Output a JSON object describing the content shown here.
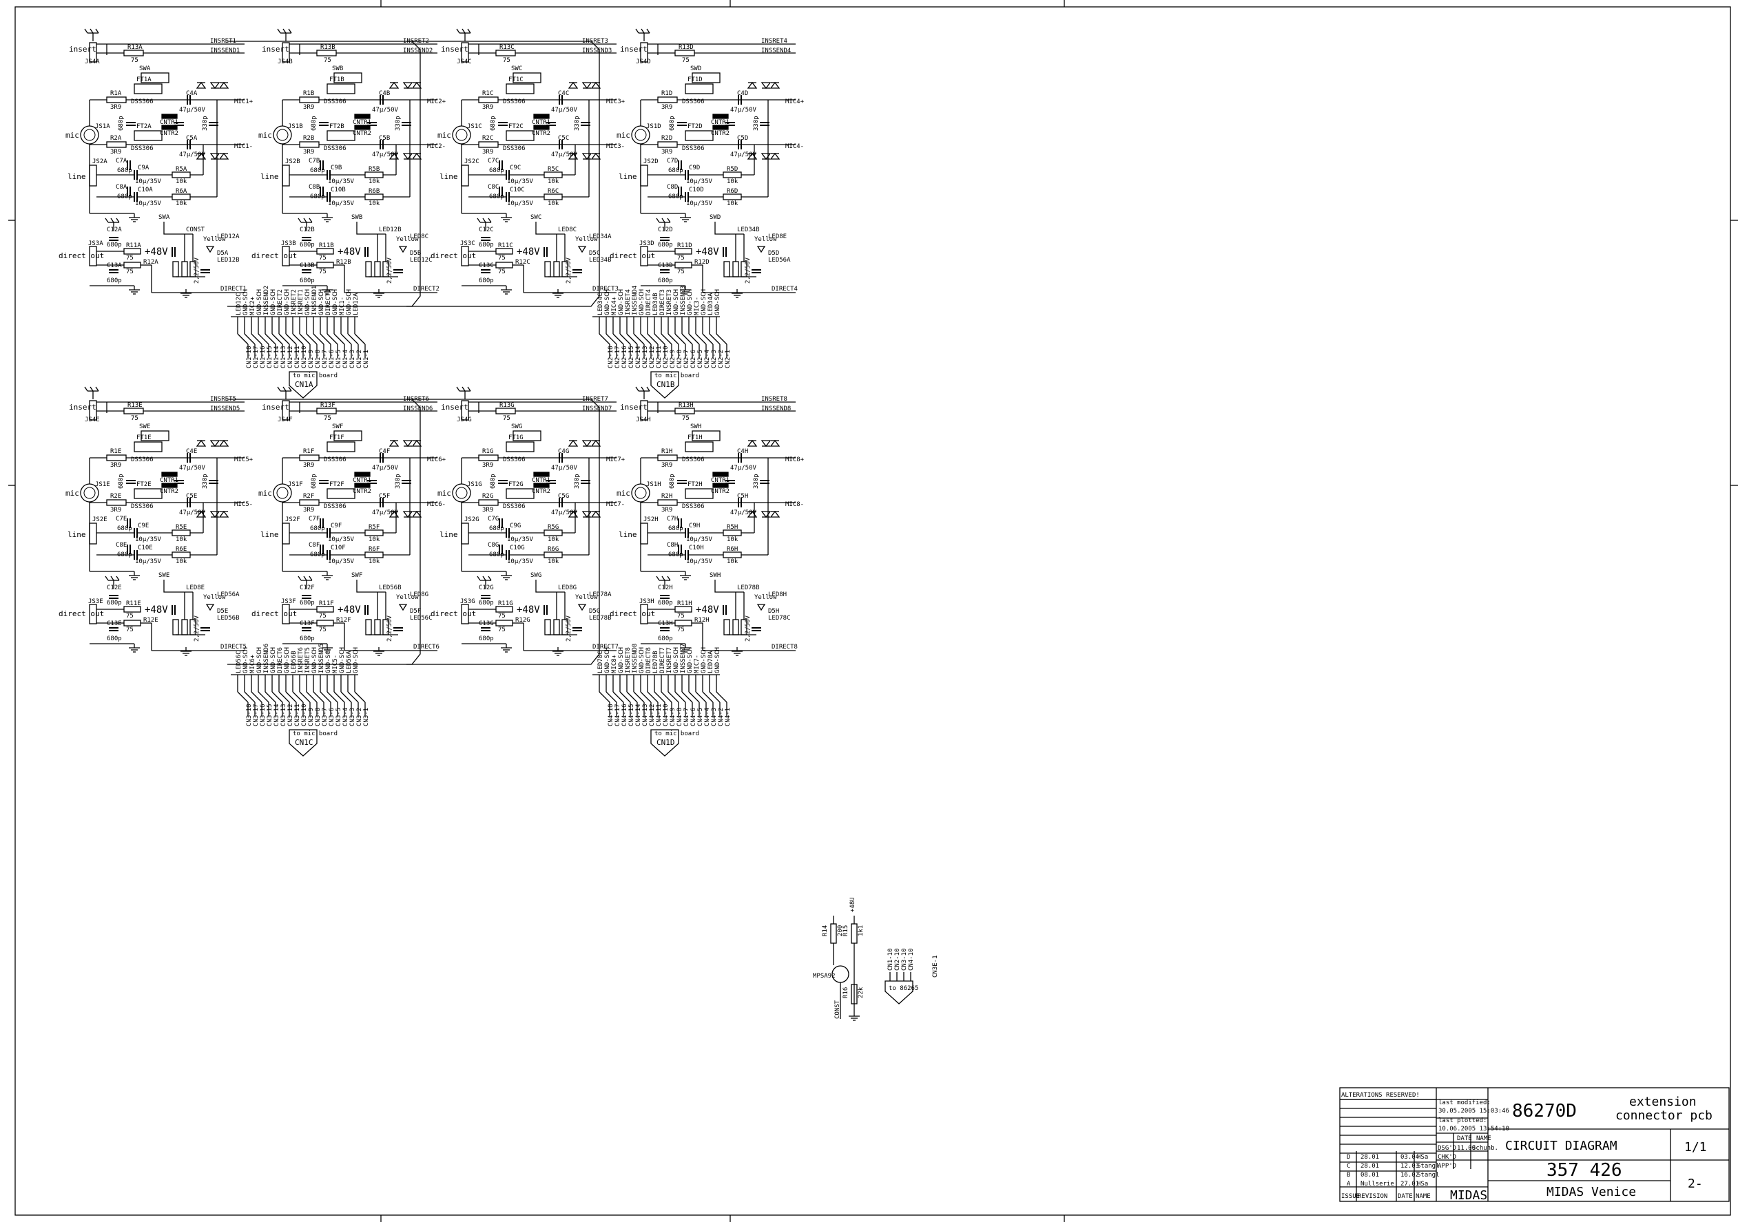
{
  "channels": [
    {
      "id": "A",
      "insert": "insert",
      "jack_insert": "JS4A",
      "mic": "mic",
      "jack_mic": "JS1A",
      "line": "line",
      "jack_line": "JS2A",
      "direct": "direct out",
      "jack_direct": "JS3A",
      "switch": "SWA",
      "fet1": "FT1A",
      "fet2": "FT2A",
      "fet_type": "DSS306",
      "r_ins": "R13A",
      "r_ins_val": "75",
      "r1": "R1A",
      "r2": "R2A",
      "r_val": "3R9",
      "c4": "C4A",
      "c5": "C5A",
      "c_val": "47µ/50V",
      "c9": "C9A",
      "c10": "C10A",
      "c10_val": "10µ/35V",
      "c7": "C7A",
      "c8": "C8A",
      "c_small": "680p",
      "r5": "R5A",
      "r6": "R6A",
      "r_10k": "10k",
      "cntr1": "CNTR1",
      "cntr2": "CNTR2",
      "c6": "330p",
      "ins_ret": "INSRET1",
      "ins_send": "INSSEND1",
      "mic_p": "MIC1+",
      "mic_n": "MIC1-",
      "direct_net": "DIRECT1",
      "led_label": "CONST",
      "led_sig1": "LED12A",
      "led_sig2": "LED12B",
      "led": "D5A",
      "led_color": "Yellow",
      "phantom": "+48V",
      "c12": "C12A",
      "c13": "C13A",
      "r11": "R11A",
      "r12": "R12A",
      "sw2": "SWA",
      "r_p": "2,2/50V"
    },
    {
      "id": "B",
      "insert": "insert",
      "jack_insert": "JS4B",
      "mic": "mic",
      "jack_mic": "JS1B",
      "line": "line",
      "jack_line": "JS2B",
      "direct": "direct out",
      "jack_direct": "JS3B",
      "switch": "SWB",
      "fet1": "FT1B",
      "fet2": "FT2B",
      "fet_type": "DSS306",
      "r_ins": "R13B",
      "r_ins_val": "75",
      "r1": "R1B",
      "r2": "R2B",
      "r_val": "3R9",
      "c4": "C4B",
      "c5": "C5B",
      "c_val": "47µ/50V",
      "c9": "C9B",
      "c10": "C10B",
      "c10_val": "10µ/35V",
      "c7": "C7B",
      "c8": "C8B",
      "c_small": "680p",
      "r5": "R5B",
      "r6": "R6B",
      "r_10k": "10k",
      "cntr1": "CNTR1",
      "cntr2": "CNTR2",
      "c6": "330p",
      "ins_ret": "INSRET2",
      "ins_send": "INSSEND2",
      "mic_p": "MIC2+",
      "mic_n": "MIC2-",
      "direct_net": "DIRECT2",
      "led_label": "LED12B",
      "led_sig1": "LED8C",
      "led_sig2": "LED12C",
      "led": "D5B",
      "led_color": "Yellow",
      "phantom": "+48V",
      "c12": "C12B",
      "c13": "C13B",
      "r11": "R11B",
      "r12": "R12B",
      "sw2": "SWB",
      "r_p": "2,2/50V"
    },
    {
      "id": "C",
      "insert": "insert",
      "jack_insert": "JS4C",
      "mic": "mic",
      "jack_mic": "JS1C",
      "line": "line",
      "jack_line": "JS2C",
      "direct": "direct out",
      "jack_direct": "JS3C",
      "switch": "SWC",
      "fet1": "FT1C",
      "fet2": "FT2C",
      "fet_type": "DSS306",
      "r_ins": "R13C",
      "r_ins_val": "75",
      "r1": "R1C",
      "r2": "R2C",
      "r_val": "3R9",
      "c4": "C4C",
      "c5": "C5C",
      "c_val": "47µ/50V",
      "c9": "C9C",
      "c10": "C10C",
      "c10_val": "10µ/35V",
      "c7": "C7C",
      "c8": "C8C",
      "c_small": "680p",
      "r5": "R5C",
      "r6": "R6C",
      "r_10k": "10k",
      "cntr1": "CNTR1",
      "cntr2": "CNTR2",
      "c6": "330p",
      "ins_ret": "INSRET3",
      "ins_send": "INSSEND3",
      "mic_p": "MIC3+",
      "mic_n": "MIC3-",
      "direct_net": "DIRECT3",
      "led_label": "LED8C",
      "led_sig1": "LED34A",
      "led_sig2": "LED34B",
      "led": "D5C",
      "led_color": "Yellow",
      "phantom": "+48V",
      "c12": "C12C",
      "c13": "C13C",
      "r11": "R11C",
      "r12": "R12C",
      "sw2": "SWC",
      "r_p": "2,2/50V"
    },
    {
      "id": "D",
      "insert": "insert",
      "jack_insert": "JS4D",
      "mic": "mic",
      "jack_mic": "JS1D",
      "line": "line",
      "jack_line": "JS2D",
      "direct": "direct out",
      "jack_direct": "JS3D",
      "switch": "SWD",
      "fet1": "FT1D",
      "fet2": "FT2D",
      "fet_type": "DSS306",
      "r_ins": "R13D",
      "r_ins_val": "75",
      "r1": "R1D",
      "r2": "R2D",
      "r_val": "3R9",
      "c4": "C4D",
      "c5": "C5D",
      "c_val": "47µ/50V",
      "c9": "C9D",
      "c10": "C10D",
      "c10_val": "10µ/35V",
      "c7": "C7D",
      "c8": "C8D",
      "c_small": "680p",
      "r5": "R5D",
      "r6": "R6D",
      "r_10k": "10k",
      "cntr1": "CNTR1",
      "cntr2": "CNTR2",
      "c6": "330p",
      "ins_ret": "INSRET4",
      "ins_send": "INSSEND4",
      "mic_p": "MIC4+",
      "mic_n": "MIC4-",
      "direct_net": "DIRECT4",
      "led_label": "LED34B",
      "led_sig1": "LED8E",
      "led_sig2": "LED56A",
      "led": "D5D",
      "led_color": "Yellow",
      "phantom": "+48V",
      "c12": "C12D",
      "c13": "C13D",
      "r11": "R11D",
      "r12": "R12D",
      "sw2": "SWD",
      "r_p": "2,2/50V"
    },
    {
      "id": "E",
      "insert": "insert",
      "jack_insert": "JS4E",
      "mic": "mic",
      "jack_mic": "JS1E",
      "line": "line",
      "jack_line": "JS2E",
      "direct": "direct out",
      "jack_direct": "JS3E",
      "switch": "SWE",
      "fet1": "FT1E",
      "fet2": "FT2E",
      "fet_type": "DSS306",
      "r_ins": "R13E",
      "r_ins_val": "75",
      "r1": "R1E",
      "r2": "R2E",
      "r_val": "3R9",
      "c4": "C4E",
      "c5": "C5E",
      "c_val": "47µ/50V",
      "c9": "C9E",
      "c10": "C10E",
      "c10_val": "10µ/35V",
      "c7": "C7E",
      "c8": "C8E",
      "c_small": "680p",
      "r5": "R5E",
      "r6": "R6E",
      "r_10k": "10k",
      "cntr1": "CNTR1",
      "cntr2": "CNTR2",
      "c6": "330p",
      "ins_ret": "INSRET5",
      "ins_send": "INSSEND5",
      "mic_p": "MIC5+",
      "mic_n": "MIC5-",
      "direct_net": "DIRECT5",
      "led_label": "LED8E",
      "led_sig1": "LED56A",
      "led_sig2": "LED56B",
      "led": "D5E",
      "led_color": "Yellow",
      "phantom": "+48V",
      "c12": "C12E",
      "c13": "C13E",
      "r11": "R11E",
      "r12": "R12E",
      "sw2": "SWE",
      "r_p": "2,2/50V"
    },
    {
      "id": "F",
      "insert": "insert",
      "jack_insert": "JS4F",
      "mic": "mic",
      "jack_mic": "JS1F",
      "line": "line",
      "jack_line": "JS2F",
      "direct": "direct out",
      "jack_direct": "JS3F",
      "switch": "SWF",
      "fet1": "FT1F",
      "fet2": "FT2F",
      "fet_type": "DSS306",
      "r_ins": "R13F",
      "r_ins_val": "75",
      "r1": "R1F",
      "r2": "R2F",
      "r_val": "3R9",
      "c4": "C4F",
      "c5": "C5F",
      "c_val": "47µ/50V",
      "c9": "C9F",
      "c10": "C10F",
      "c10_val": "10µ/35V",
      "c7": "C7F",
      "c8": "C8F",
      "c_small": "680p",
      "r5": "R5F",
      "r6": "R6F",
      "r_10k": "10k",
      "cntr1": "CNTR1",
      "cntr2": "CNTR2",
      "c6": "330p",
      "ins_ret": "INSRET6",
      "ins_send": "INSSEND6",
      "mic_p": "MIC6+",
      "mic_n": "MIC6-",
      "direct_net": "DIRECT6",
      "led_label": "LED56B",
      "led_sig1": "LED8G",
      "led_sig2": "LED56C",
      "led": "D5F",
      "led_color": "Yellow",
      "phantom": "+48V",
      "c12": "C12F",
      "c13": "C13F",
      "r11": "R11F",
      "r12": "R12F",
      "sw2": "SWF",
      "r_p": "2,2/50V"
    },
    {
      "id": "G",
      "insert": "insert",
      "jack_insert": "JS4G",
      "mic": "mic",
      "jack_mic": "JS1G",
      "line": "line",
      "jack_line": "JS2G",
      "direct": "direct out",
      "jack_direct": "JS3G",
      "switch": "SWG",
      "fet1": "FT1G",
      "fet2": "FT2G",
      "fet_type": "DSS306",
      "r_ins": "R13G",
      "r_ins_val": "75",
      "r1": "R1G",
      "r2": "R2G",
      "r_val": "3R9",
      "c4": "C4G",
      "c5": "C5G",
      "c_val": "47µ/50V",
      "c9": "C9G",
      "c10": "C10G",
      "c10_val": "10µ/35V",
      "c7": "C7G",
      "c8": "C8G",
      "c_small": "680p",
      "r5": "R5G",
      "r6": "R6G",
      "r_10k": "10k",
      "cntr1": "CNTR1",
      "cntr2": "CNTR2",
      "c6": "330p",
      "ins_ret": "INSRET7",
      "ins_send": "INSSEND7",
      "mic_p": "MIC7+",
      "mic_n": "MIC7-",
      "direct_net": "DIRECT7",
      "led_label": "LED8G",
      "led_sig1": "LED78A",
      "led_sig2": "LED78B",
      "led": "D5G",
      "led_color": "Yellow",
      "phantom": "+48V",
      "c12": "C12G",
      "c13": "C13G",
      "r11": "R11G",
      "r12": "R12G",
      "sw2": "SWG",
      "r_p": "2,2/50V"
    },
    {
      "id": "H",
      "insert": "insert",
      "jack_insert": "JS4H",
      "mic": "mic",
      "jack_mic": "JS1H",
      "line": "line",
      "jack_line": "JS2H",
      "direct": "direct out",
      "jack_direct": "JS3H",
      "switch": "SWH",
      "fet1": "FT1H",
      "fet2": "FT2H",
      "fet_type": "DSS306",
      "r_ins": "R13H",
      "r_ins_val": "75",
      "r1": "R1H",
      "r2": "R2H",
      "r_val": "3R9",
      "c4": "C4H",
      "c5": "C5H",
      "c_val": "47µ/50V",
      "c9": "C9H",
      "c10": "C10H",
      "c10_val": "10µ/35V",
      "c7": "C7H",
      "c8": "C8H",
      "c_small": "680p",
      "r5": "R5H",
      "r6": "R6H",
      "r_10k": "10k",
      "cntr1": "CNTR1",
      "cntr2": "CNTR2",
      "c6": "330p",
      "ins_ret": "INSRET8",
      "ins_send": "INSSEND8",
      "mic_p": "MIC8+",
      "mic_n": "MIC8-",
      "direct_net": "DIRECT8",
      "led_label": "LED78B",
      "led_sig1": "LED8H",
      "led_sig2": "LED78C",
      "led": "D5H",
      "led_color": "Yellow",
      "phantom": "+48V",
      "c12": "C12H",
      "c13": "C13H",
      "r11": "R11H",
      "r12": "R12H",
      "sw2": "SWH",
      "r_p": "2,2/50V"
    }
  ],
  "connectors": [
    {
      "name": "CN1A",
      "label": "to mic board",
      "nets": [
        "LED12C",
        "GND-SCH",
        "MIC2+",
        "GND-SCH",
        "INSSEND2",
        "GND-SCH",
        "DIRECT2",
        "GND-SCH",
        "INSRET2",
        "INSRET1",
        "GND-SCH",
        "INSSEND1",
        "GND-SCH",
        "DIRECT1",
        "GND-SCH",
        "MIC1-",
        "GND-SCH",
        "LED12A"
      ],
      "pins": [
        "CN1-18",
        "CN1-17",
        "CN1-16",
        "CN1-15",
        "CN1-14",
        "CN1-13",
        "CN1-12",
        "CN1-11",
        "CN1-10",
        "CN1-9",
        "CN1-8",
        "CN1-7",
        "CN1-6",
        "CN1-5",
        "CN1-4",
        "CN1-3",
        "CN1-2",
        "CN1-1"
      ]
    },
    {
      "name": "CN1B",
      "label": "to mic board",
      "nets": [
        "LED34C",
        "GND-SCH",
        "MIC4+",
        "GND-SCH",
        "INSRET4",
        "INSSEND4",
        "GND-SCH",
        "DIRECT4",
        "LED34B",
        "DIRECT3",
        "INSRET3",
        "GND-SCH",
        "INSSEND3",
        "GND-SCH",
        "MIC3-",
        "GND-SCH",
        "LED34A",
        "GND-SCH"
      ],
      "pins": [
        "CN2-18",
        "CN2-17",
        "CN2-16",
        "CN2-15",
        "CN2-14",
        "CN2-13",
        "CN2-12",
        "CN2-11",
        "CN2-10",
        "CN2-9",
        "CN2-8",
        "CN2-7",
        "CN2-6",
        "CN2-5",
        "CN2-4",
        "CN2-3",
        "CN2-2",
        "CN2-1"
      ]
    },
    {
      "name": "CN1C",
      "label": "to mic board",
      "nets": [
        "LED56C",
        "GND-SCH",
        "MIC6+",
        "GND-SCH",
        "INSSEND6",
        "GND-SCH",
        "DIRECT6",
        "GND-SCH",
        "LED56B",
        "INSRET6",
        "INSRET5",
        "GND-SCH",
        "INSSEND5",
        "GND-SCH",
        "MIC5-",
        "GND-SCH",
        "LED56A",
        "GND-SCH"
      ],
      "pins": [
        "CN3-18",
        "CN3-17",
        "CN3-16",
        "CN3-15",
        "CN3-14",
        "CN3-13",
        "CN3-12",
        "CN3-11",
        "CN3-10",
        "CN3-9",
        "CN3-8",
        "CN3-7",
        "CN3-6",
        "CN3-5",
        "CN3-4",
        "CN3-3",
        "CN3-2",
        "CN3-1"
      ]
    },
    {
      "name": "CN1D",
      "label": "to mic board",
      "nets": [
        "LED78C",
        "GND-SCH",
        "MIC8+",
        "GND-SCH",
        "INSRET8",
        "INSSEND8",
        "GND-SCH",
        "DIRECT8",
        "LED78B",
        "DIRECT7",
        "INSRET7",
        "GND-SCH",
        "INSSEND7",
        "GND-SCH",
        "MIC7-",
        "GND-SCH",
        "LED78A",
        "GND-SCH"
      ],
      "pins": [
        "CN4-18",
        "CN4-17",
        "CN4-16",
        "CN4-15",
        "CN4-14",
        "CN4-13",
        "CN4-12",
        "CN4-11",
        "CN4-10",
        "CN4-9",
        "CN4-8",
        "CN4-7",
        "CN4-6",
        "CN4-5",
        "CN4-4",
        "CN4-3",
        "CN4-2",
        "CN4-1"
      ]
    }
  ],
  "bias": {
    "r14": "R14",
    "r14_val": "200",
    "r15": "R15",
    "r15_val": "1k1",
    "r16": "R16",
    "r16_val": "22k",
    "q": "MPSA92",
    "const": "CONST",
    "vplus": "+48U",
    "to": "to 86265",
    "pins": [
      "CN1-10",
      "CN2-10",
      "CN3-10",
      "CN4-10"
    ],
    "cn_ex": "CN3E-1"
  },
  "titleblock": {
    "alterations": "ALTERATIONS RESERVED!",
    "last_modified_label": "last modified:",
    "last_modified": "30.05.2005 15:03:46",
    "last_plotted_label": "last plotted:",
    "last_plotted": "10.06.2005 13:54:10",
    "date_hdr": "DATE",
    "name_hdr": "NAME",
    "rows": [
      {
        "k": "DSG'D",
        "d": "11.00",
        "n": "Schuhb."
      },
      {
        "k": "CHK'D",
        "d": "",
        "n": ""
      },
      {
        "k": "APP'D",
        "d": "",
        "n": ""
      }
    ],
    "revisions": [
      {
        "issue": "D",
        "rev": "28.01",
        "date": "03.04",
        "name": "HSa"
      },
      {
        "issue": "C",
        "rev": "28.01",
        "date": "12.03",
        "name": "Stangl"
      },
      {
        "issue": "B",
        "rev": "08.01",
        "date": "16.02",
        "name": "Stangl"
      },
      {
        "issue": "A",
        "rev": "Nullserie",
        "date": "27.01",
        "name": "HSa"
      }
    ],
    "rev_hdr": [
      "ISSUE",
      "REVISION",
      "DATE",
      "NAME"
    ],
    "part": "86270D",
    "desc1": "extension",
    "desc2": "connector pcb",
    "kind": "CIRCUIT DIAGRAM",
    "sheet": "1/1",
    "company": "MIDAS",
    "drawing_no": "357 426",
    "product": "MIDAS Venice",
    "sheet_no": "2-"
  }
}
